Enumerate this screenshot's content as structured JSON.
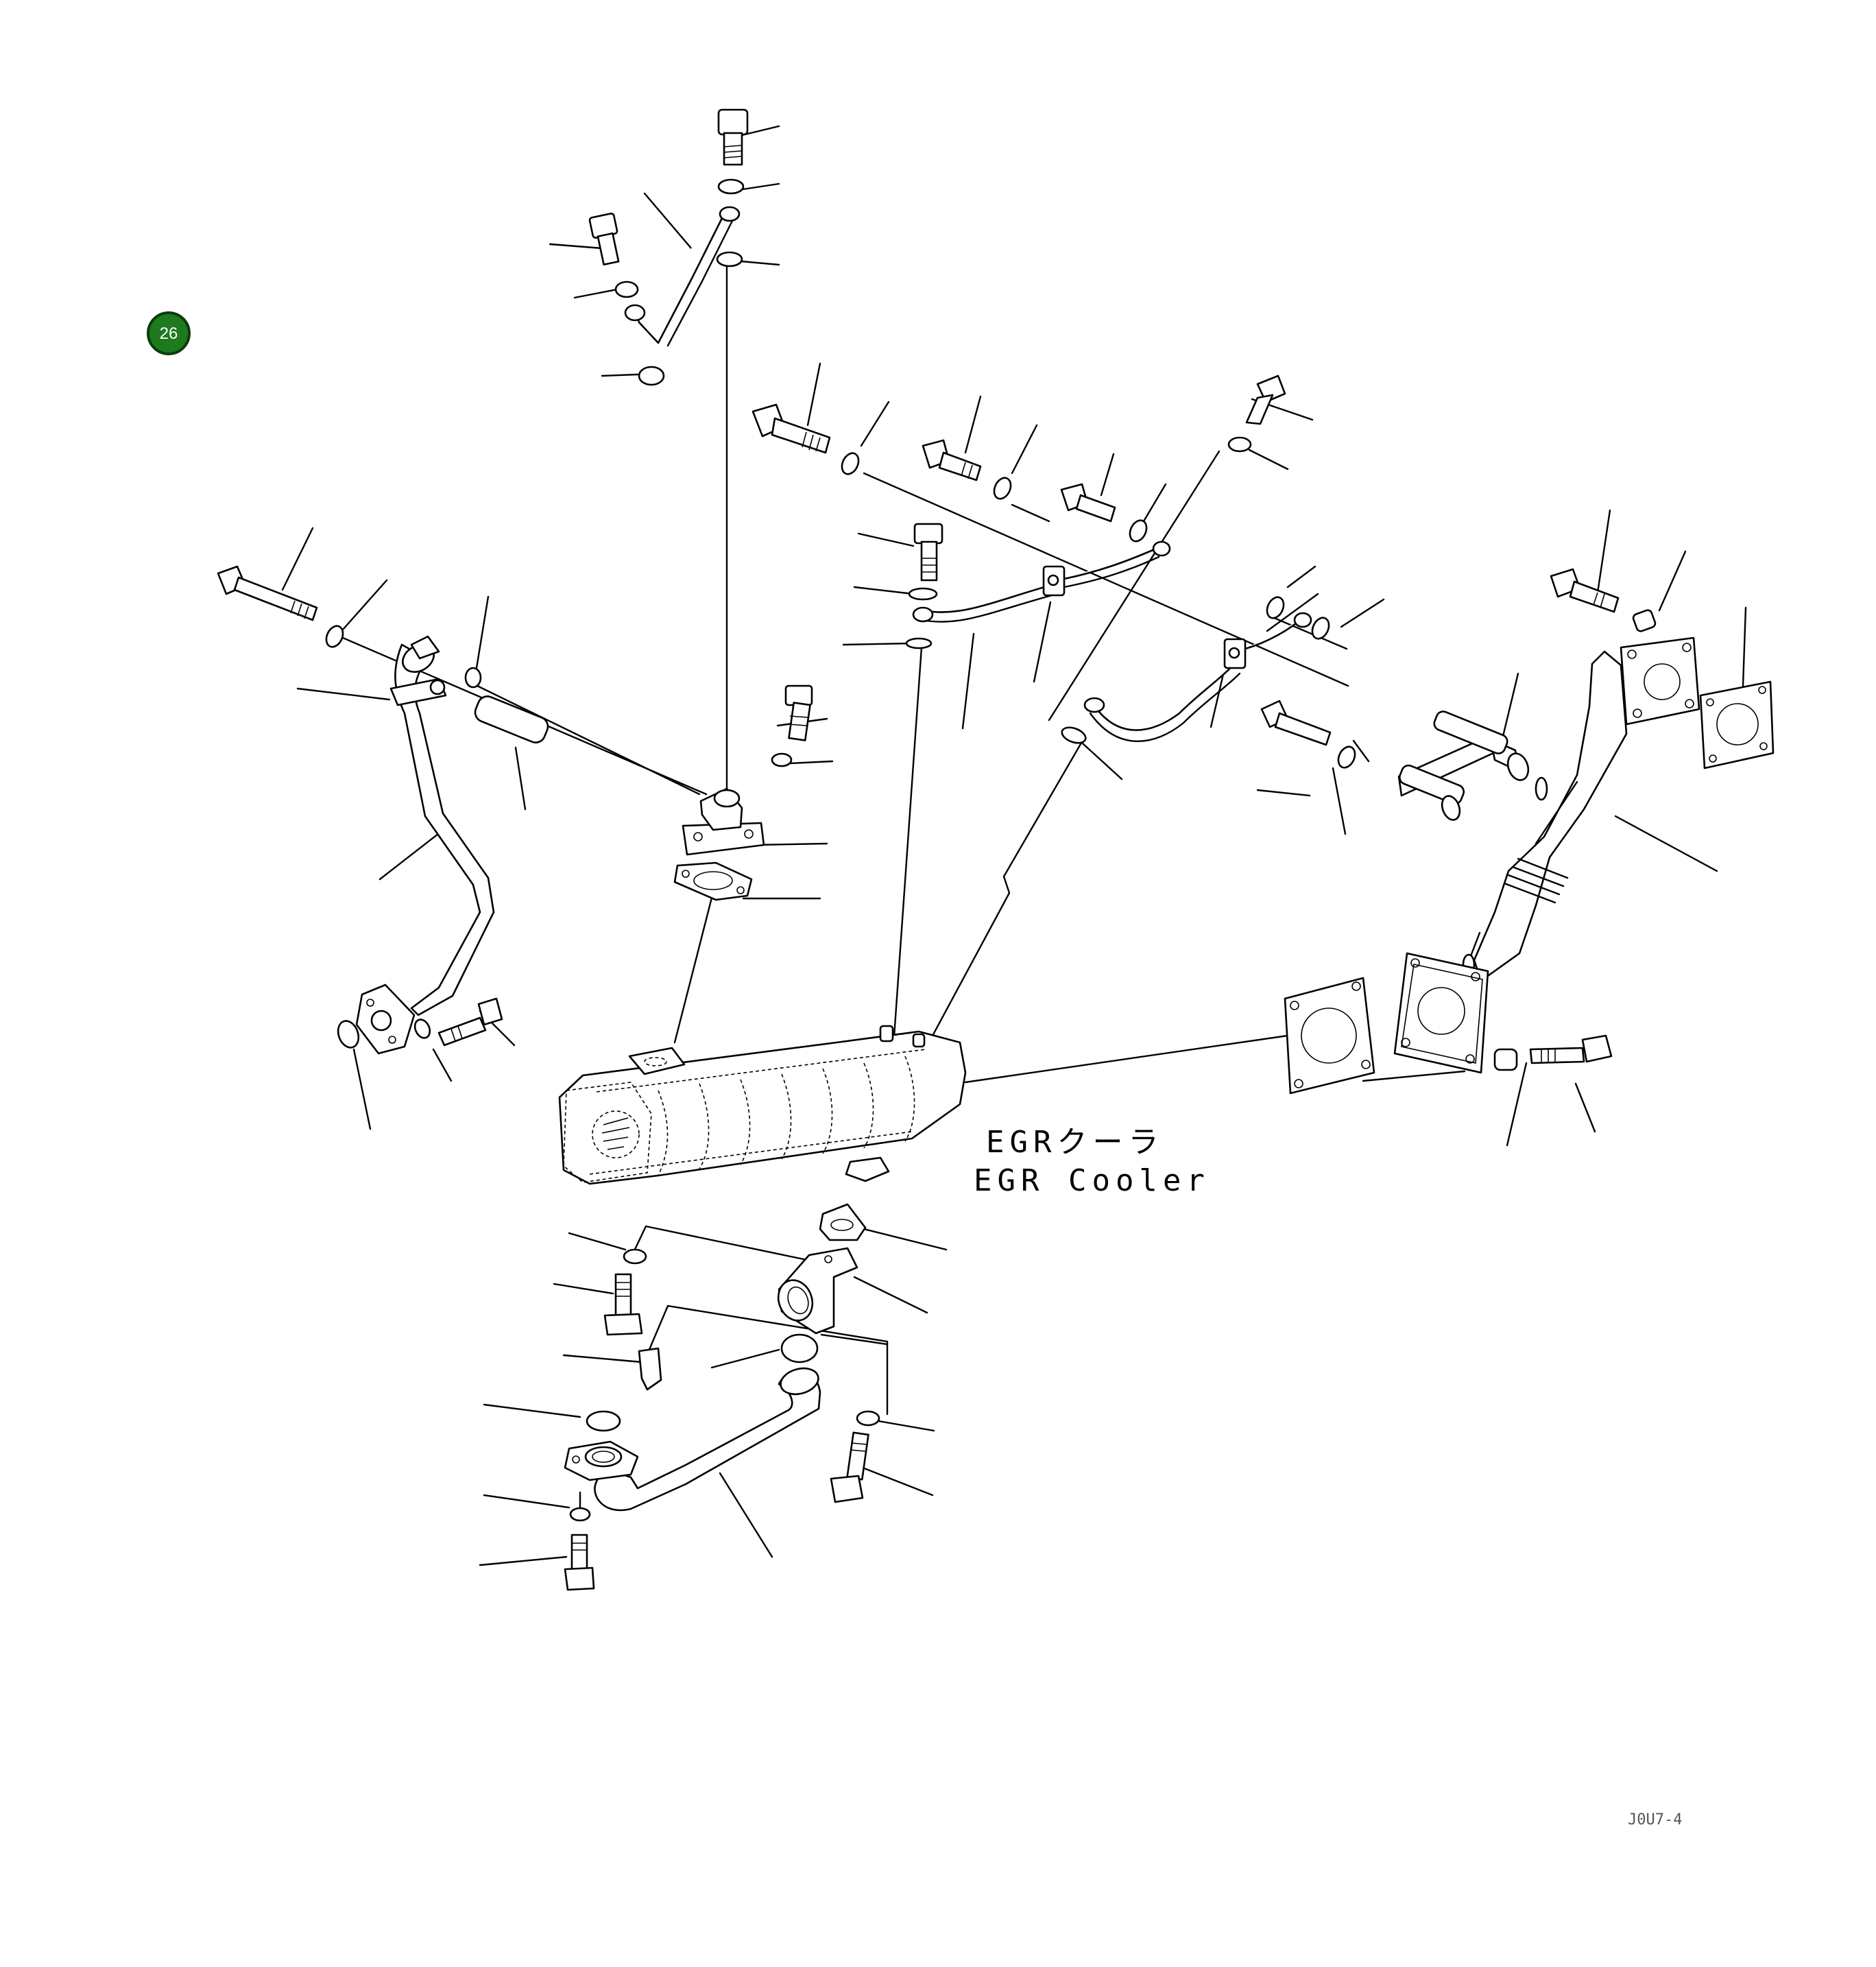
{
  "badge": {
    "number": "26",
    "color": "#1e7a1e"
  },
  "component_label": {
    "japanese": "EGRクーラ",
    "english": "EGR Cooler"
  },
  "drawing_code": "J0U7-4"
}
